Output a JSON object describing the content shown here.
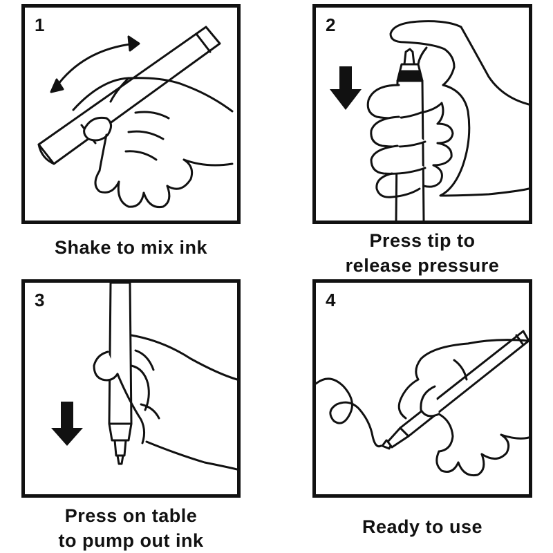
{
  "steps": [
    {
      "number": "1",
      "caption_lines": [
        "Shake to mix ink"
      ]
    },
    {
      "number": "2",
      "caption_lines": [
        "Press tip to",
        "release pressure"
      ]
    },
    {
      "number": "3",
      "caption_lines": [
        "Press on table",
        "to pump out ink"
      ]
    },
    {
      "number": "4",
      "caption_lines": [
        "Ready to use"
      ]
    }
  ],
  "colors": {
    "ink": "#111111",
    "background": "#ffffff"
  },
  "icons": [
    "curved-double-arrow-icon",
    "down-arrow-icon",
    "hand-icon",
    "marker-pen-icon",
    "squiggle-line-icon"
  ]
}
